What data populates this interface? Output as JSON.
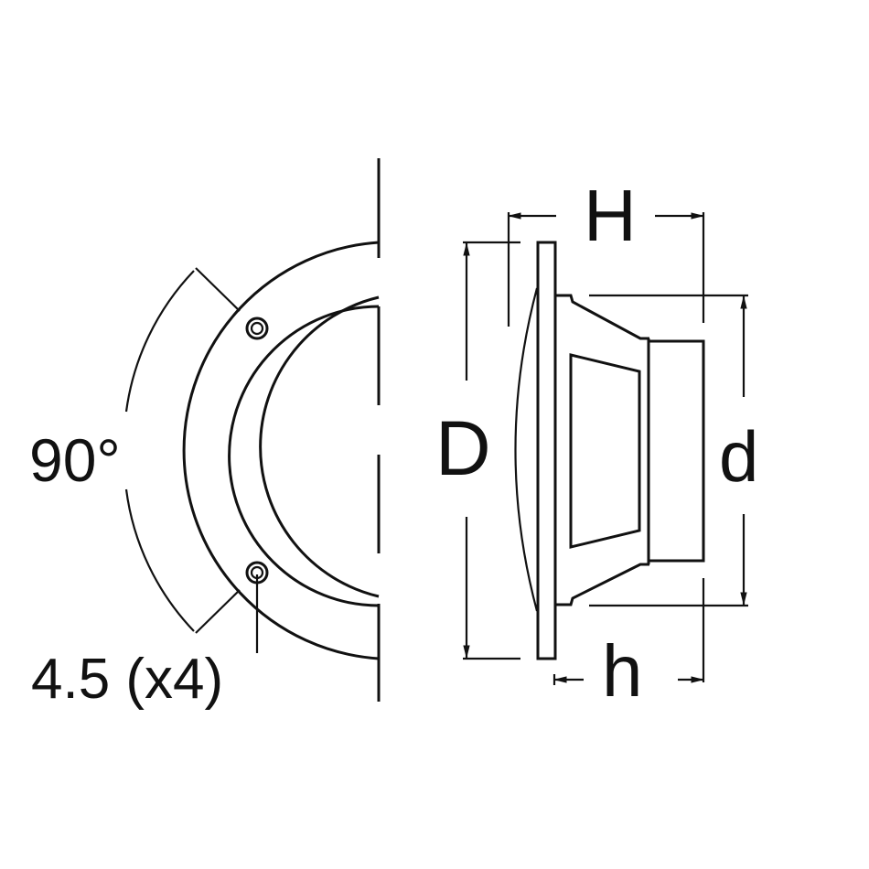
{
  "diagram": {
    "type": "technical-dimension-drawing",
    "subject": "flush-mount speaker / light housing",
    "views": [
      {
        "name": "front-half-view",
        "labels": {
          "angle": "90°",
          "mounting_holes": "4.5 (x4)"
        }
      },
      {
        "name": "side-profile-view",
        "labels": {
          "overall_height": "H",
          "mounting_depth": "h",
          "flange_diameter": "D",
          "cutout_diameter": "d"
        }
      }
    ],
    "colors": {
      "line": "#111111",
      "background": "#ffffff"
    }
  }
}
